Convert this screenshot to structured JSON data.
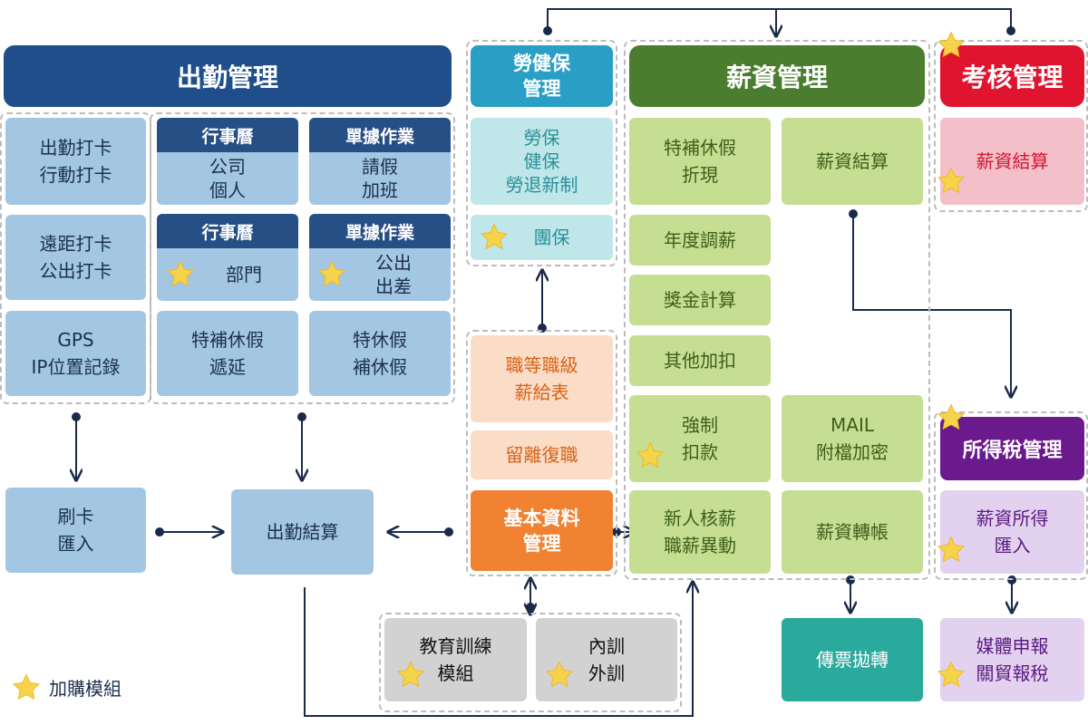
{
  "headers": {
    "attendance": "出勤管理",
    "labor_insurance": [
      "勞健保",
      "管理"
    ],
    "payroll": "薪資管理",
    "appraisal": "考核管理",
    "income_tax": "所得稅管理"
  },
  "attendance": {
    "clock_in": [
      "出勤打卡",
      "行動打卡"
    ],
    "remote_clock": [
      "遠距打卡",
      "公出打卡"
    ],
    "gps": [
      "GPS",
      "IP位置記錄"
    ],
    "calendar1": {
      "title": "行事曆",
      "lines": [
        "公司",
        "個人"
      ]
    },
    "forms1": {
      "title": "單據作業",
      "lines": [
        "請假",
        "加班"
      ]
    },
    "calendar2": {
      "title": "行事曆",
      "lines": [
        "部門"
      ]
    },
    "forms2": {
      "title": "單據作業",
      "lines": [
        "公出",
        "出差"
      ]
    },
    "comp_leave_extend": [
      "特補休假",
      "遞延"
    ],
    "special_leave": [
      "特休假",
      "補休假"
    ]
  },
  "labor": {
    "insurance_items": [
      "勞保",
      "健保",
      "勞退新制"
    ],
    "group_insurance": "團保"
  },
  "basic": {
    "grade_table": [
      "職等職級",
      "薪給表"
    ],
    "reinstatement": "留離復職",
    "basic_data": [
      "基本資料",
      "管理"
    ]
  },
  "payroll": {
    "leave_cashout": [
      "特補休假",
      "折現"
    ],
    "salary_calc": "薪資結算",
    "annual_adjust": "年度調薪",
    "bonus_calc": "獎金計算",
    "other_deduct": "其他加扣",
    "forced_deduct": [
      "強制",
      "扣款"
    ],
    "mail_encrypt": [
      "MAIL",
      "附檔加密"
    ],
    "new_hire": [
      "新人核薪",
      "職薪異動"
    ],
    "salary_transfer": "薪資轉帳"
  },
  "appraisal": {
    "salary_calc": "薪資結算"
  },
  "tax": {
    "income_import": [
      "薪資所得",
      "匯入"
    ],
    "media_filing": [
      "媒體申報",
      "關貿報稅"
    ]
  },
  "bottom": {
    "card_import": [
      "刷卡",
      "匯入"
    ],
    "attendance_settle": "出勤結算",
    "training_module": [
      "教育訓練",
      "模組"
    ],
    "internal_external": [
      "內訓",
      "外訓"
    ],
    "voucher_transfer": "傳票拋轉"
  },
  "legend": {
    "label": "加購模組",
    "icon": "star-icon"
  },
  "colors": {
    "attendance_header": "#1f4e8a",
    "labor_header": "#2a9fc6",
    "payroll_header": "#4a7d2e",
    "appraisal_header": "#e0142e",
    "tax_header": "#6a1a8c",
    "basic_header": "#f08232",
    "voucher": "#2aa99d",
    "star": "#f5d34a",
    "connector": "#1a2b4a"
  }
}
